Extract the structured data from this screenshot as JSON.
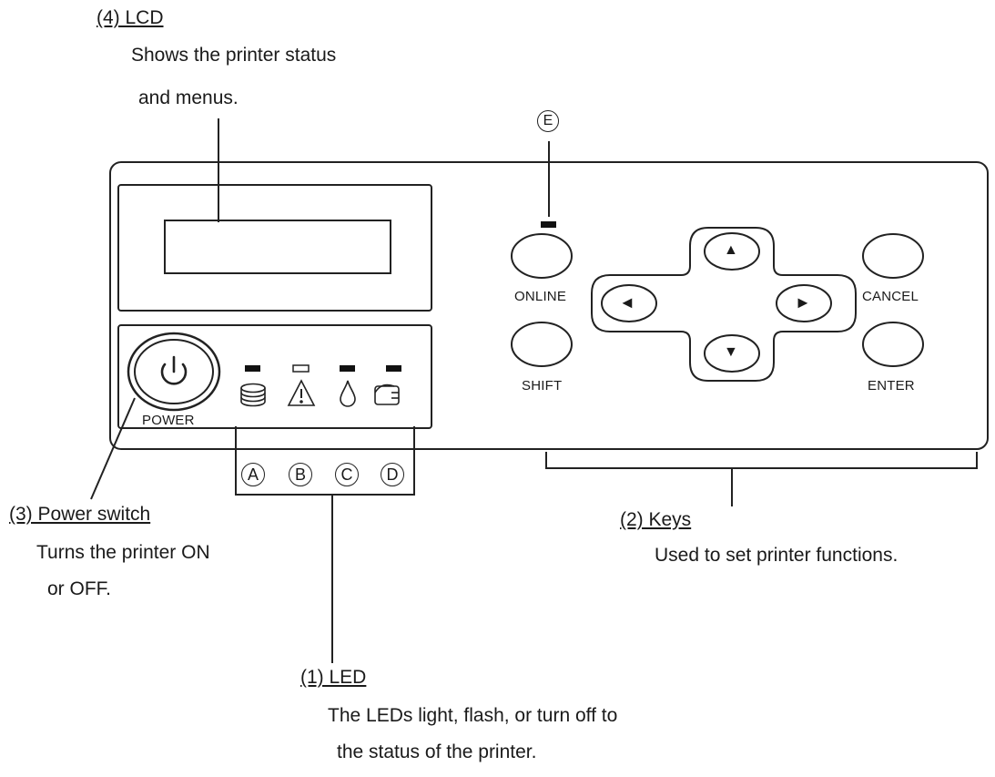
{
  "callouts": {
    "lcd": {
      "title": "(4) LCD",
      "lines": [
        "Shows the printer status",
        "and menus."
      ]
    },
    "power": {
      "title": "(3) Power switch",
      "lines": [
        "Turns the printer ON",
        "or OFF."
      ]
    },
    "keys": {
      "title": "(2) Keys",
      "lines": [
        "Used to set printer functions."
      ]
    },
    "led": {
      "title": "(1) LED",
      "lines": [
        "The LEDs light, flash, or turn off to",
        "the status of the printer."
      ]
    }
  },
  "markers": {
    "a": "A",
    "b": "B",
    "c": "C",
    "d": "D",
    "e": "E"
  },
  "keys": {
    "online": "ONLINE",
    "shift": "SHIFT",
    "cancel": "CANCEL",
    "enter": "ENTER",
    "power": "POWER",
    "up_glyph": "▲",
    "down_glyph": "▼",
    "left_glyph": "◄",
    "right_glyph": "►"
  },
  "icons": {
    "power": "power-icon",
    "paper_stack": "paper-stack-icon",
    "warning": "warning-icon",
    "ink_drop": "ink-drop-icon",
    "printer_head": "printer-head-icon"
  }
}
